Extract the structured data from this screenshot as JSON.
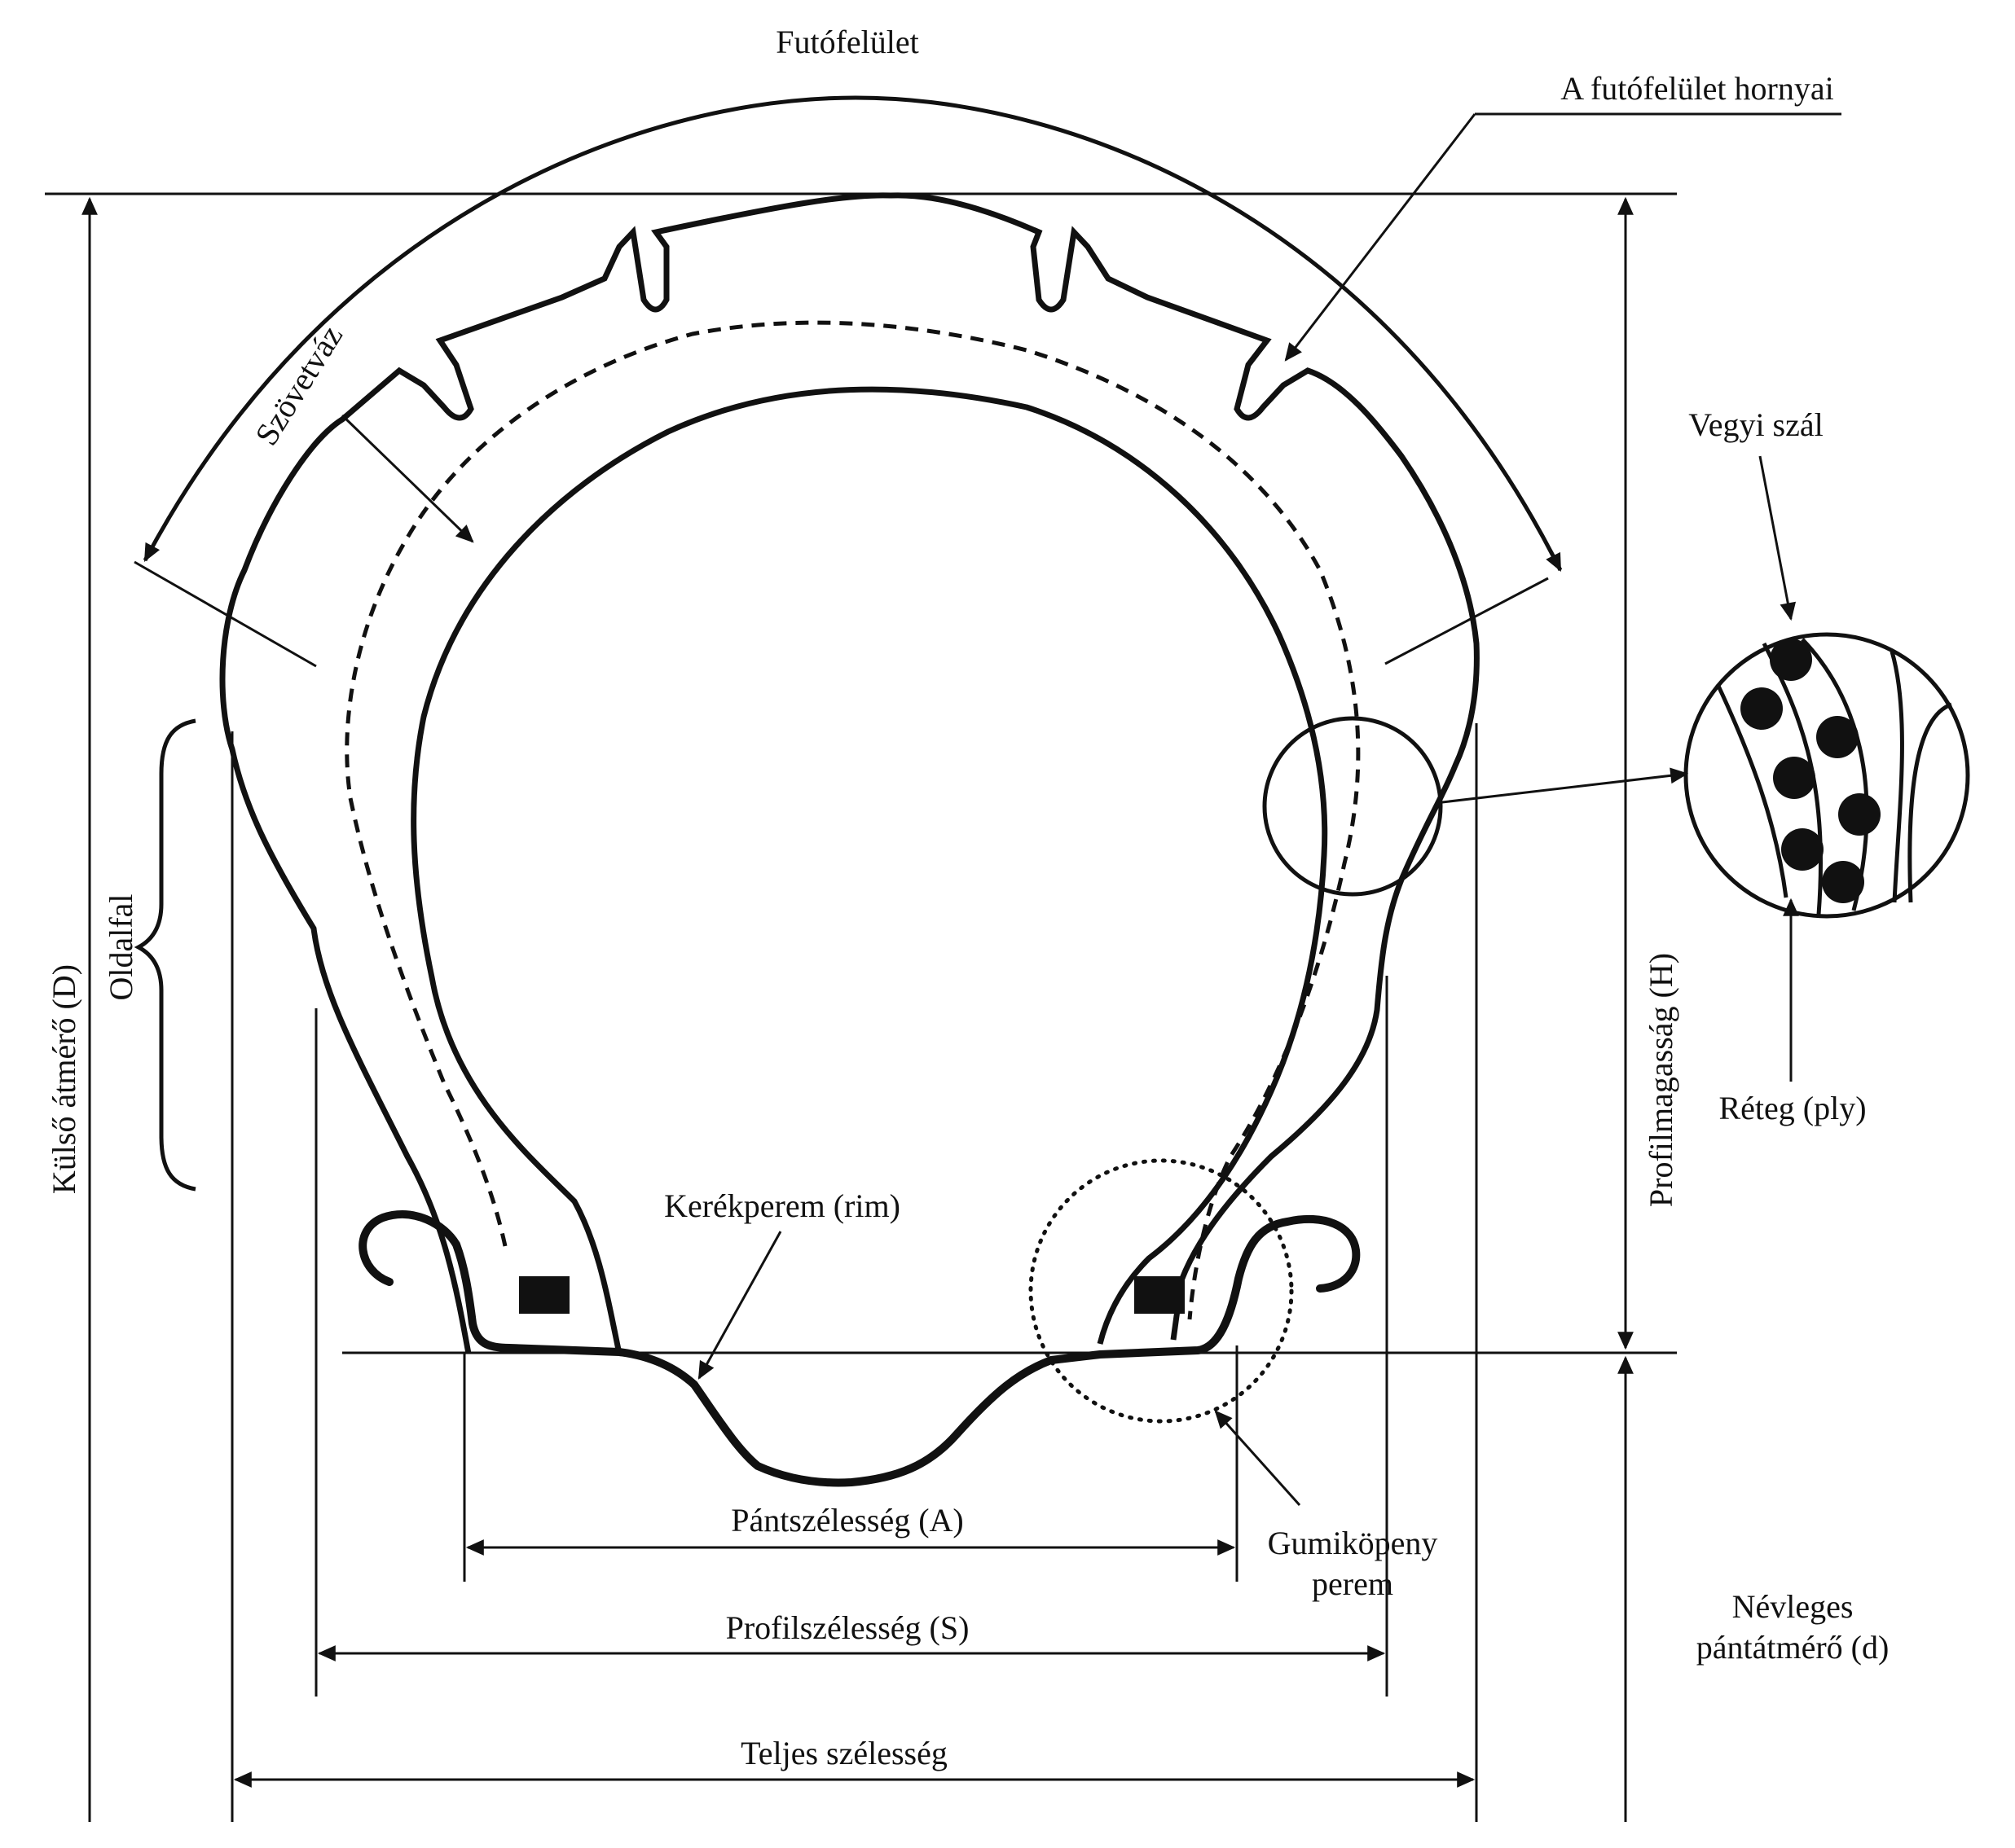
{
  "labels": {
    "tread": "Futófelület",
    "tread_grooves": "A futófelület hornyai",
    "carcass": "Szövetváz",
    "chemical_fiber": "Vegyi szál",
    "ply": "Réteg (ply)",
    "outer_diameter": "Külső átmérő (D)",
    "sidewall": "Oldalfal",
    "profile_height": "Profilmagasság (H)",
    "rim": "Kerékperem (rim)",
    "rim_width": "Pántszélesség (A)",
    "bead_line1": "Gumiköpeny",
    "bead_line2": "perem",
    "section_width": "Profilszélesség (S)",
    "overall_width": "Teljes szélesség",
    "nominal_rim_line1": "Névleges",
    "nominal_rim_line2": "pántátmérő (d)"
  },
  "colors": {
    "ink": "#111111",
    "background": "#ffffff"
  }
}
